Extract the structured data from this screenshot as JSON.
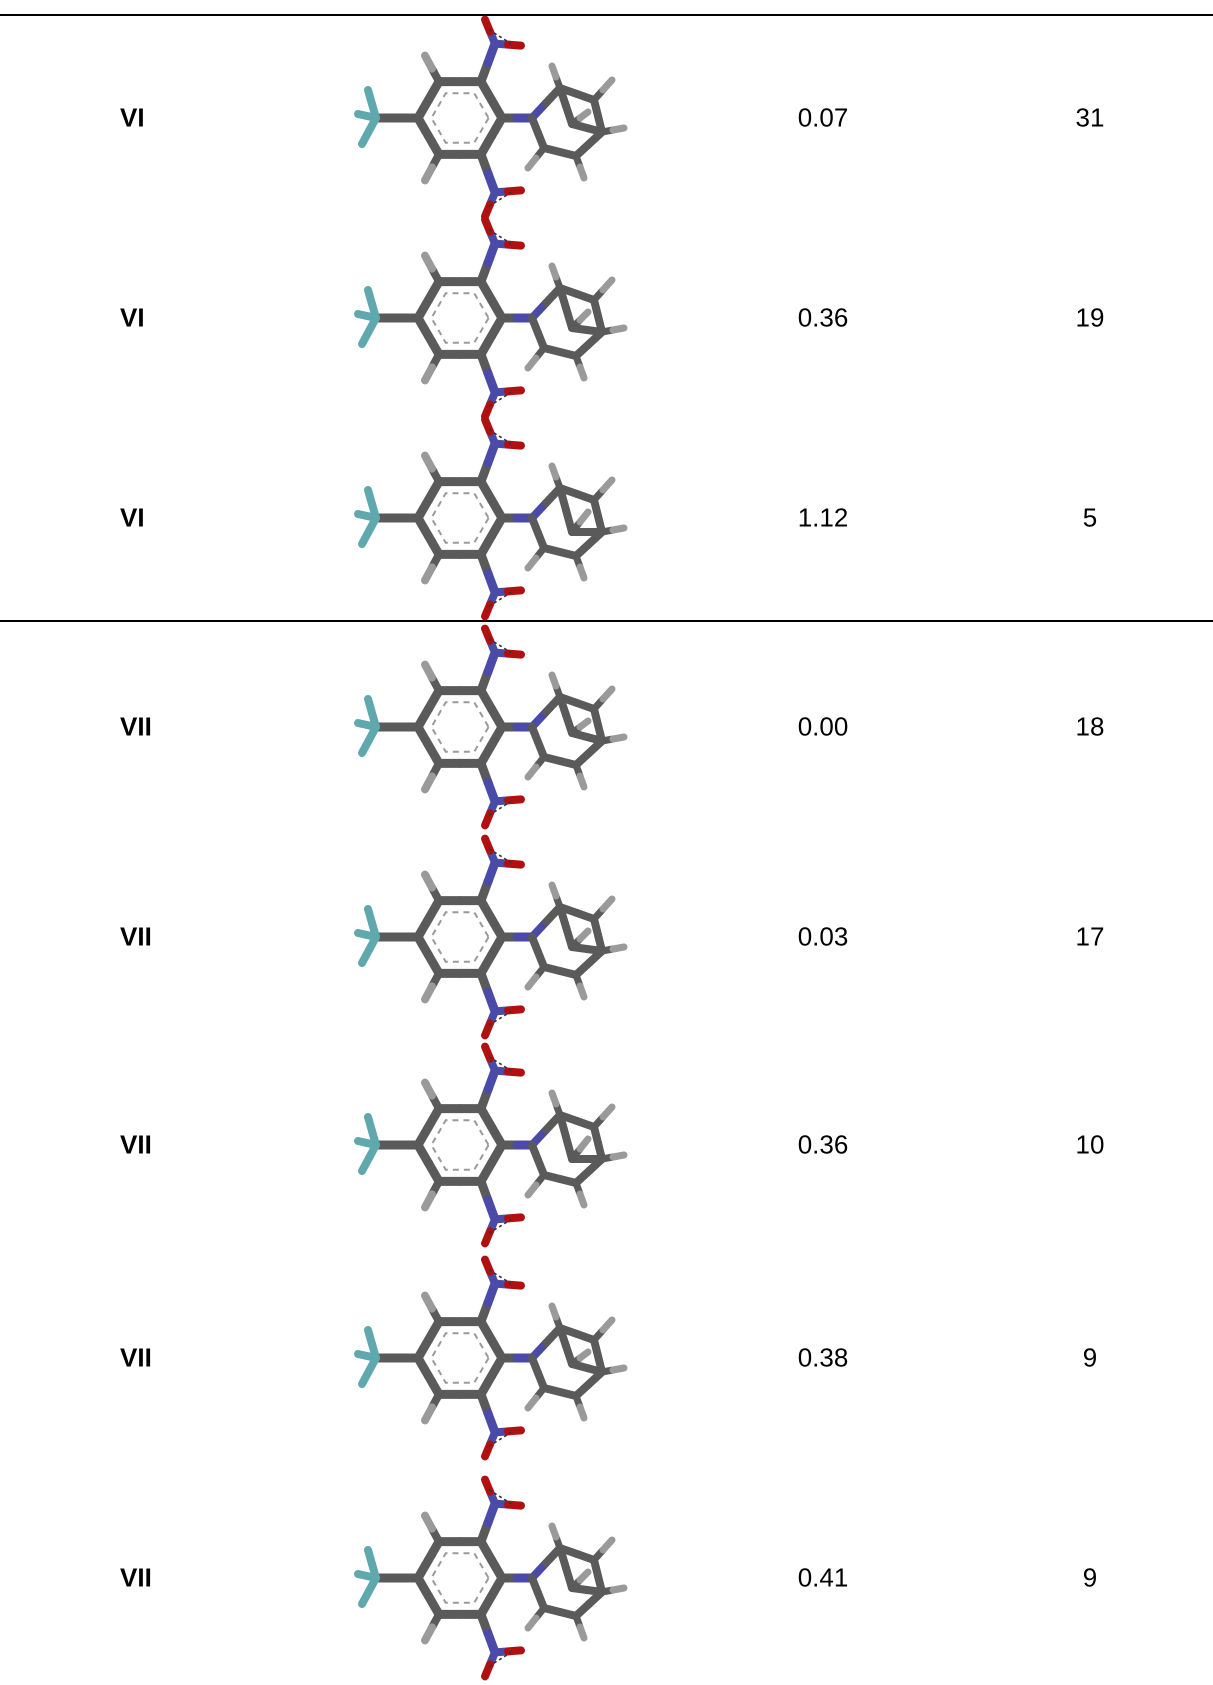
{
  "rows": [
    {
      "label": "VI",
      "energy": "0.07",
      "population": "31"
    },
    {
      "label": "VI",
      "energy": "0.36",
      "population": "19"
    },
    {
      "label": "VI",
      "energy": "1.12",
      "population": "5"
    },
    {
      "label": "VII",
      "energy": "0.00",
      "population": "18"
    },
    {
      "label": "VII",
      "energy": "0.03",
      "population": "17"
    },
    {
      "label": "VII",
      "energy": "0.36",
      "population": "10"
    },
    {
      "label": "VII",
      "energy": "0.38",
      "population": "9"
    },
    {
      "label": "VII",
      "energy": "0.41",
      "population": "9"
    }
  ],
  "colors": {
    "carbon": "#5a5a5a",
    "hydrogen": "#9a9a9a",
    "nitrogen": "#4a4aa8",
    "oxygen": "#b01010",
    "fluorine": "#5fa8ad",
    "rule": "#000000"
  },
  "molecule_icon": "dinitro-trifluoromethyl-aniline-stick-model"
}
